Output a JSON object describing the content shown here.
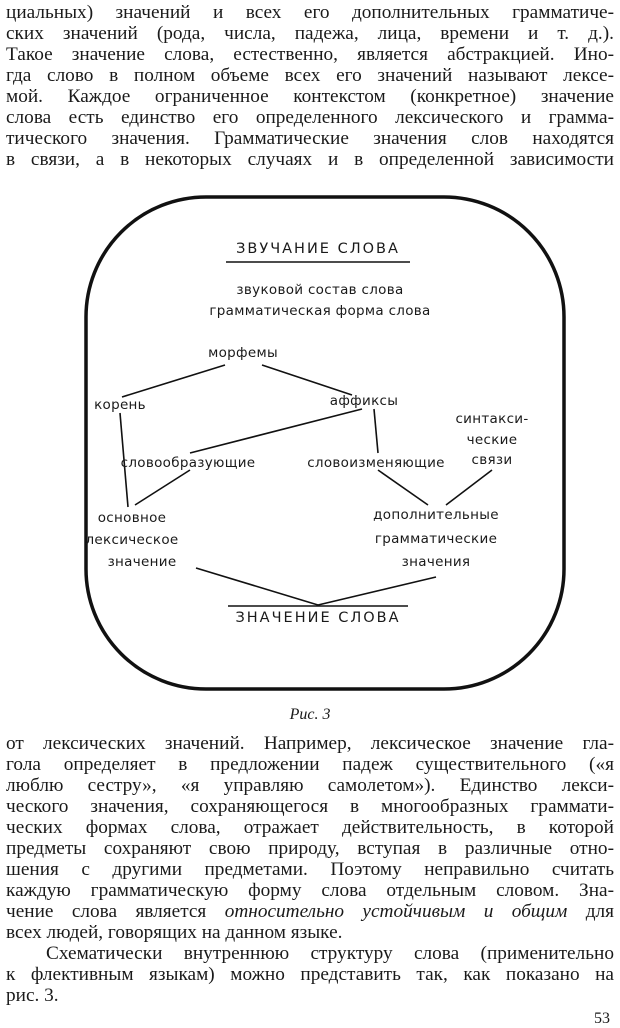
{
  "top_paragraph": [
    "циальных) значений и всех его дополнительных грамматиче-",
    "ских значений (рода, числа, падежа, лица, времени и т. д.).",
    "Такое значение слова, естественно, является абстракцией. Ино-",
    "гда слово в полном объеме всех его значений называют лексе-",
    "мой. Каждое ограниченное контекстом (конкретное) значение",
    "слова есть единство его определенного лексического и грамма-",
    "тического значения. Грамматические значения слов находятся",
    "в связи, а в некоторых случаях и в определенной зависимости"
  ],
  "diagram": {
    "top_title": "ЗВУЧАНИЕ СЛОВА",
    "sound_line1": "звуковой состав слова",
    "sound_line2": "грамматическая форма слова",
    "morphemes": "морфемы",
    "root": "корень",
    "affixes": "аффиксы",
    "syntactic": [
      "синтакси-",
      "ческие",
      "связи"
    ],
    "derivational": "словообразующие",
    "inflectional": "словоизменяющие",
    "lexical_meaning": [
      "основное",
      "лексическое",
      "значение"
    ],
    "grammatical_meanings": [
      "дополнительные",
      "грамматические",
      "значения"
    ],
    "bottom_title": "ЗНАЧЕНИЕ СЛОВА"
  },
  "caption": "Рис. 3",
  "bottom_paragraph": [
    "от лексических значений. Например, лексическое значение гла-",
    "гола определяет в предложении падеж существительного («я",
    "люблю сестру», «я управляю самолетом»). Единство лекси-",
    "ческого значения, сохраняющегося в многообразных граммати-",
    "ческих формах слова, отражает действительность, в которой",
    "предметы сохраняют свою природу, вступая в различные отно-",
    "шения с другими предметами. Поэтому неправильно считать",
    "каждую грамматическую форму слова отдельным словом. Зна-"
  ],
  "meaning_line": {
    "before": "чение слова является ",
    "italic": "относительно устойчивым и общим",
    "after": " для"
  },
  "bottom_tail": [
    "всех людей, говорящих на данном языке.",
    "Схематически внутреннюю структуру слова (применительно",
    "к флективным языкам) можно представить так, как показано на",
    "рис. 3."
  ],
  "page_number": "53"
}
